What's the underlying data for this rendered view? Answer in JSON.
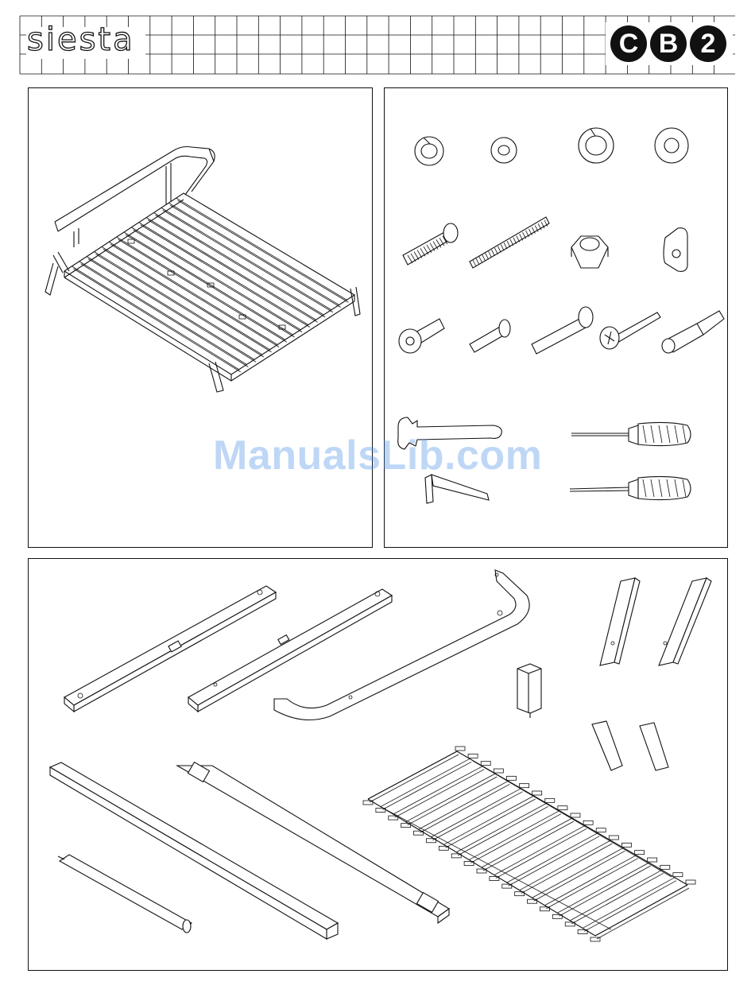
{
  "header": {
    "brand": "siesta",
    "logo_letters": [
      "C",
      "B",
      "2"
    ],
    "grid_color": "#111111"
  },
  "panels": {
    "assembled_view": {
      "icon": "assembled-bed-frame"
    },
    "hardware": {
      "washers": [
        "split-lock-washer-small",
        "flat-washer-small",
        "split-lock-washer-large",
        "flat-washer-large"
      ],
      "fasteners": [
        "hex-socket-bolt-long",
        "threaded-rod",
        "hex-nut",
        "barrel-cap"
      ],
      "screws": [
        "connector-bolt",
        "short-bolt",
        "shoulder-bolt",
        "wood-screw",
        "dowel-pin"
      ],
      "tools": [
        "open-end-wrench",
        "allen-key",
        "phillips-screwdriver",
        "flat-screwdriver"
      ]
    },
    "parts": {
      "items": [
        "side-rail-left",
        "side-rail-right",
        "back-rail-u",
        "legs-long",
        "center-leg",
        "legs-short",
        "front-rail",
        "center-rail",
        "slat-assembly",
        "support-dowel"
      ]
    }
  },
  "watermark": {
    "text": "ManualsLib.com",
    "color": "#4a8fe8"
  }
}
